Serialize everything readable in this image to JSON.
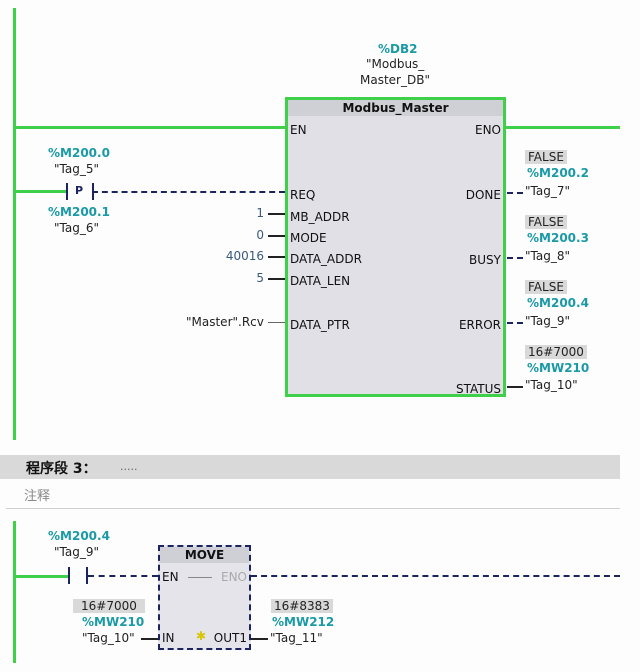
{
  "network2": {
    "instance": {
      "address": "%DB2",
      "name_line1": "\"Modbus_",
      "name_line2": "Master_DB\""
    },
    "block": {
      "title": "Modbus_Master",
      "inputs": [
        "EN",
        "REQ",
        "MB_ADDR",
        "MODE",
        "DATA_ADDR",
        "DATA_LEN",
        "DATA_PTR"
      ],
      "outputs": [
        "ENO",
        "DONE",
        "BUSY",
        "ERROR",
        "STATUS"
      ]
    },
    "contact": {
      "type": "P",
      "address": "%M200.0",
      "tag": "\"Tag_5\"",
      "edge_address": "%M200.1",
      "edge_tag": "\"Tag_6\""
    },
    "params": {
      "mb_addr": "1",
      "mode": "0",
      "data_addr": "40016",
      "data_len": "5",
      "data_ptr": "\"Master\".Rcv"
    },
    "outs": [
      {
        "pin": "DONE",
        "value": "FALSE",
        "address": "%M200.2",
        "tag": "\"Tag_7\""
      },
      {
        "pin": "BUSY",
        "value": "FALSE",
        "address": "%M200.3",
        "tag": "\"Tag_8\""
      },
      {
        "pin": "ERROR",
        "value": "FALSE",
        "address": "%M200.4",
        "tag": "\"Tag_9\""
      },
      {
        "pin": "STATUS",
        "value": "16#7000",
        "address": "%MW210",
        "tag": "\"Tag_10\""
      }
    ]
  },
  "network3": {
    "header": {
      "label": "程序段 3：",
      "title": "....."
    },
    "comment": "注释",
    "contact": {
      "address": "%M200.4",
      "tag": "\"Tag_9\""
    },
    "move": {
      "title": "MOVE",
      "en": "EN",
      "eno": "ENO",
      "in": "IN",
      "out": "OUT1"
    },
    "in_operand": {
      "value": "16#7000",
      "address": "%MW210",
      "tag": "\"Tag_10\""
    },
    "out_operand": {
      "value": "16#8383",
      "address": "%MW212",
      "tag": "\"Tag_11\""
    }
  },
  "colors": {
    "powerflow": "#3fd04a",
    "address": "#1a9aa6",
    "dashed_wire": "#1c2460"
  }
}
